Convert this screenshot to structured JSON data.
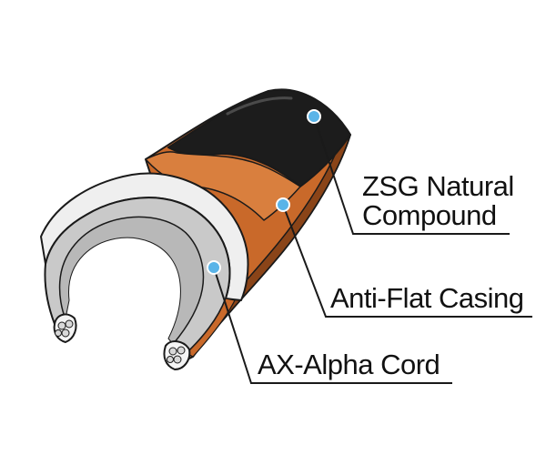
{
  "diagram": {
    "labels": {
      "tread": {
        "line1": "ZSG Natural",
        "line2": "Compound"
      },
      "casing": {
        "line1": "Anti-Flat Casing"
      },
      "cord": {
        "line1": "AX-Alpha Cord"
      }
    },
    "colors": {
      "tread": "#1c1c1c",
      "casing": "#c9692a",
      "casing_dark": "#8a4418",
      "inner_wall": "#c9c9c9",
      "bead": "#d8d8d8",
      "marker": "#5ab4e8",
      "leader_line": "#1a1a1a"
    }
  }
}
